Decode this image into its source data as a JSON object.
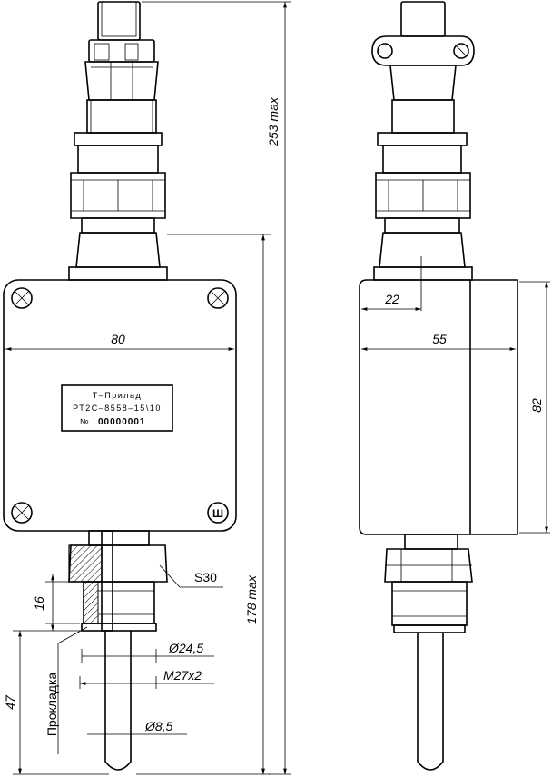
{
  "front_view": {
    "plate": {
      "line1": "Т–Прилад",
      "line2": "РТ2С–8558–15\\10",
      "line3_prefix": "№",
      "serial": "00000001"
    },
    "dims": {
      "overall_height": "253 max",
      "lower_height": "178 max",
      "width": "80",
      "hex": "S30",
      "thread_len": "16",
      "gasket_dia": "Ø24,5",
      "thread": "M27x2",
      "probe_dia": "Ø8,5",
      "immersion": "47",
      "gasket_label": "Прокладка"
    }
  },
  "side_view": {
    "dims": {
      "offset": "22",
      "depth": "55",
      "height": "82"
    }
  }
}
